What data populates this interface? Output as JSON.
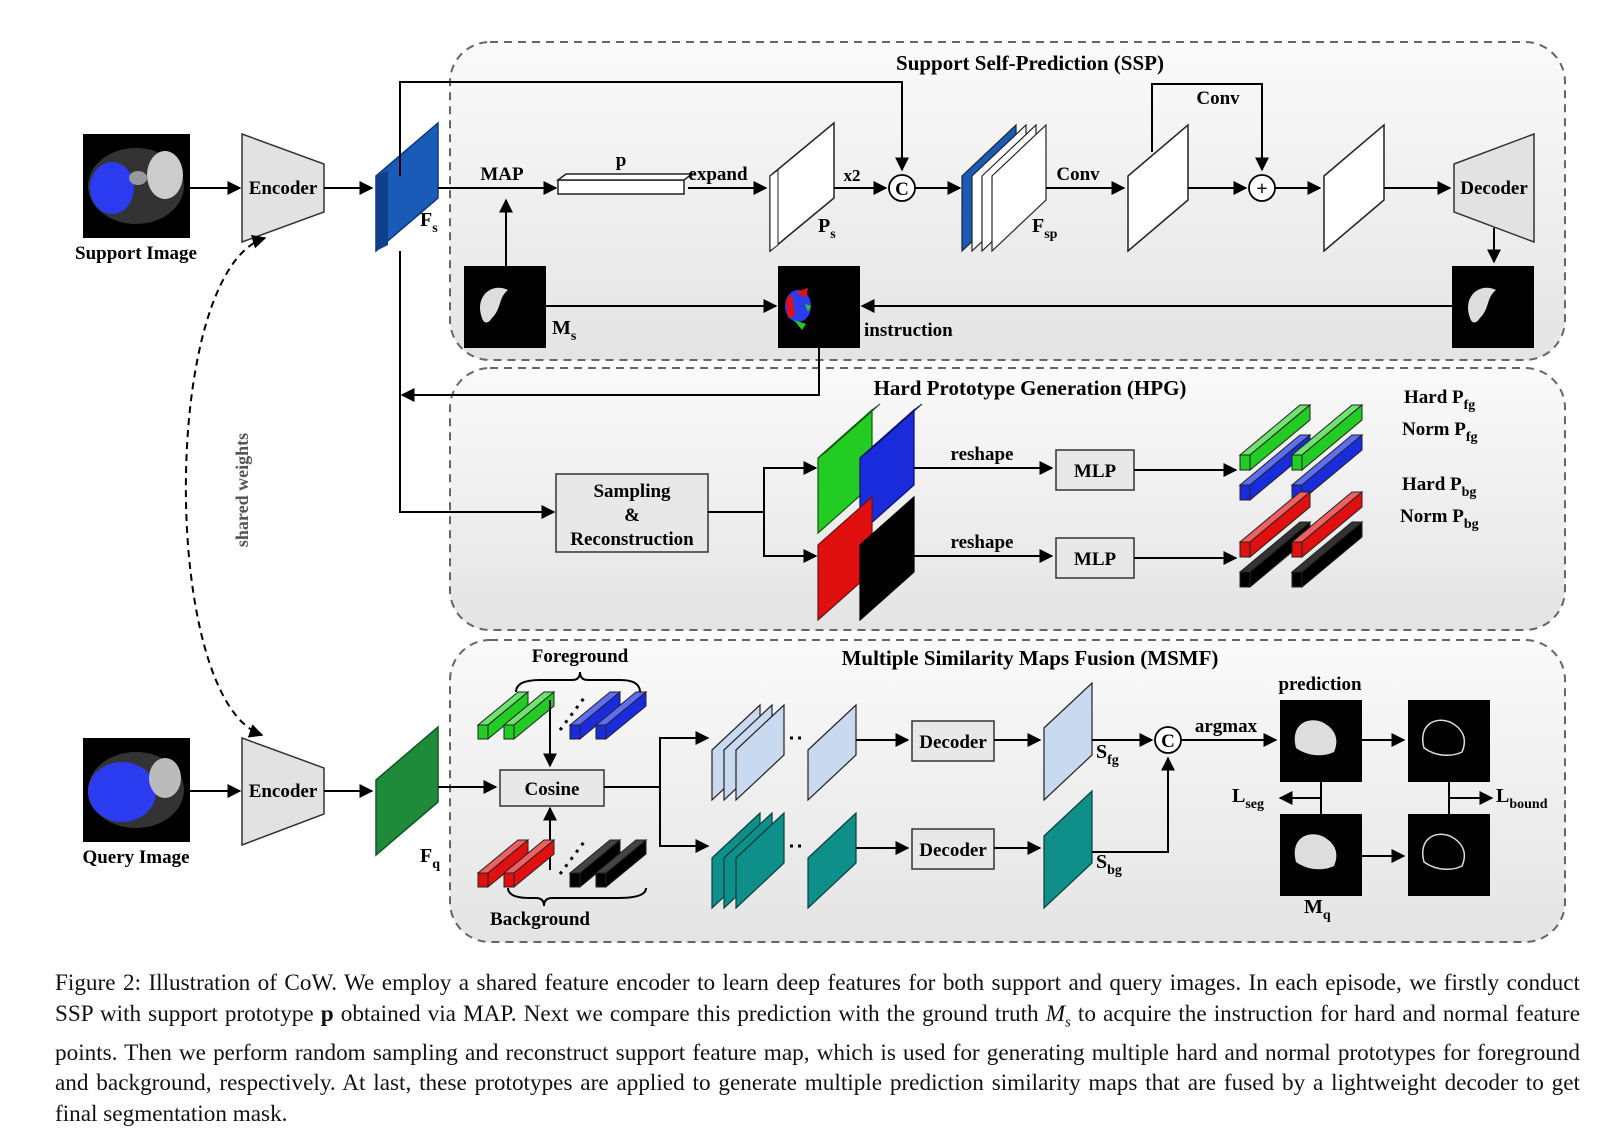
{
  "sections": {
    "ssp": "Support Self-Prediction (SSP)",
    "hpg": "Hard Prototype Generation (HPG)",
    "msmf": "Multiple Similarity Maps Fusion (MSMF)"
  },
  "labels": {
    "support_image": "Support Image",
    "query_image": "Query Image",
    "encoder": "Encoder",
    "decoder": "Decoder",
    "shared_weights": "shared weights",
    "map": "MAP",
    "p": "p",
    "expand": "expand",
    "x2": "x2",
    "concat": "C",
    "conv": "Conv",
    "plus": "+",
    "instruction": "instruction",
    "sampling_1": "Sampling",
    "sampling_2": "&",
    "sampling_3": "Reconstruction",
    "reshape": "reshape",
    "mlp": "MLP",
    "foreground": "Foreground",
    "background": "Background",
    "cosine": "Cosine",
    "argmax": "argmax",
    "prediction": "prediction",
    "F": "F",
    "s": "s",
    "sp": "sp",
    "q": "q",
    "P": "P",
    "M": "M",
    "S": "S",
    "fg": "fg",
    "bg": "bg",
    "L": "L",
    "seg": "seg",
    "bound": "bound",
    "hard": "Hard P",
    "norm": "Norm P"
  },
  "caption": {
    "part1": "Figure 2: Illustration of CoW. We employ a shared feature encoder to learn deep features for both support and query images. In each episode, we firstly conduct SSP with support prototype ",
    "p_bold": "p",
    "part2": " obtained via MAP. Next we compare this prediction with the ground truth ",
    "M": "M",
    "s": "s",
    "part3": " to acquire the instruction for hard and normal feature points. Then we perform random sampling and reconstruct support feature map, which is used for generating multiple hard and normal prototypes for foreground and background, respectively. At last, these prototypes are applied to generate multiple prediction similarity maps that are fused by a lightweight decoder to get final segmentation mask."
  },
  "colors": {
    "blue": "#1a5bb8",
    "green": "#22cc22",
    "red": "#e01010",
    "dark_green": "#1e8a3a",
    "teal": "#0e8f8a",
    "light_blue": "#c8d9f0",
    "panel": "#eeeeee"
  }
}
